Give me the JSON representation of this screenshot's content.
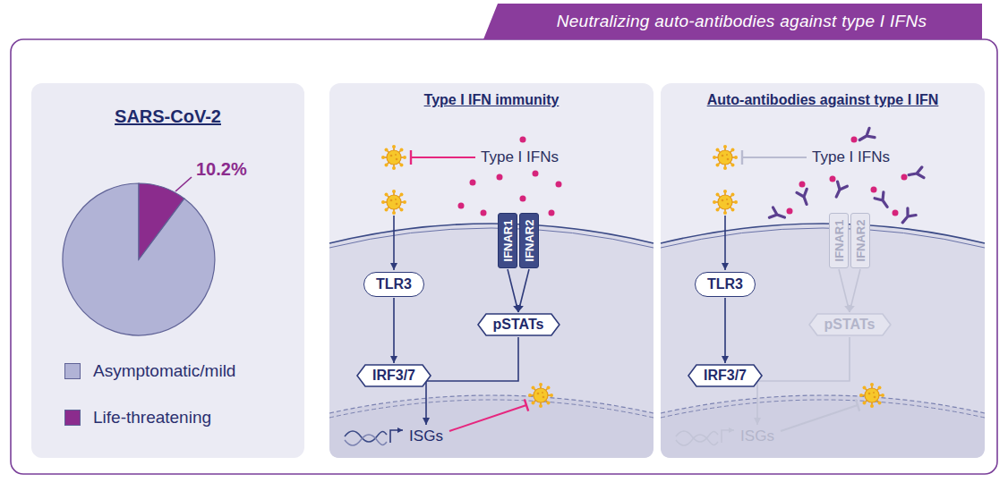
{
  "diagram": {
    "title": "Neutralizing auto-antibodies against type I IFNs",
    "nodes": [
      {
        "text": [
          "SARS-CoV-2"
        ]
      },
      {
        "text": [
          "Type I IFN immunity"
        ]
      },
      {
        "text": [
          "TLR3"
        ],
        "in": 1
      },
      {
        "text": [
          "IRF3/7"
        ],
        "in": 1
      },
      {
        "text": [
          "IFNAR1"
        ],
        "in": 1
      },
      {
        "text": [
          "IFNAR2"
        ],
        "in": 1
      },
      {
        "text": [
          "pSTATs"
        ],
        "in": 1
      },
      {
        "text": [
          "ISGs"
        ],
        "in": 1
      },
      {
        "text": [
          "Auto-antibodies against type I IFN"
        ]
      },
      {
        "text": [
          "TLR3"
        ],
        "in": 8
      },
      {
        "text": [
          "IRF3/7"
        ],
        "in": 8
      },
      {
        "text": [
          "IFNAR1"
        ],
        "in": 8
      },
      {
        "text": [
          "IFNAR2"
        ],
        "in": 8
      },
      {
        "text": [
          "pSTATs"
        ],
        "in": 8
      },
      {
        "text": [
          "ISGs"
        ],
        "in": 8
      }
    ],
    "edges": [
      {
        "from": 2,
        "to": 3,
        "arrow": "to"
      },
      {
        "from": 4,
        "to": 6,
        "arrow": "to"
      },
      {
        "from": 5,
        "to": 6,
        "arrow": "to"
      },
      {
        "from": 6,
        "to": 7,
        "arrow": "to"
      },
      {
        "from": 9,
        "to": 10,
        "arrow": "to"
      },
      {
        "from": 11,
        "to": 13,
        "arrow": "to"
      },
      {
        "from": 12,
        "to": 13,
        "arrow": "to"
      },
      {
        "from": 13,
        "to": 14,
        "arrow": "to"
      }
    ],
    "labels": [
      "10.2%",
      "Type I IFNs",
      "Type I IFNs"
    ],
    "legend": [
      {
        "text": "Asymptomatic/mild",
        "color": "#b1b3d6"
      },
      {
        "text": "Life-threatening",
        "color": "#8b2c8d"
      }
    ]
  }
}
